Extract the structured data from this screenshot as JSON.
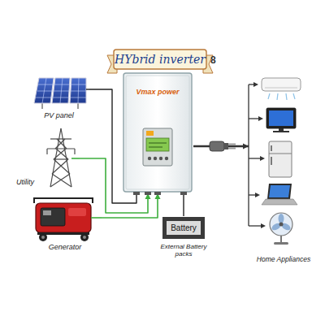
{
  "diagram": {
    "title": "HYbrid inverter",
    "nodes": [
      {
        "text": [
          "PV panel"
        ]
      },
      {
        "text": [
          "Utility"
        ]
      },
      {
        "text": [
          "Generator"
        ]
      },
      {
        "text": [
          "Vmax power"
        ]
      },
      {
        "text": [
          "Battery",
          "External Battery packs"
        ]
      },
      {
        "text": [
          "Home Appliances"
        ]
      }
    ],
    "edges": [
      {
        "from": 0,
        "to": 3,
        "arrow": "none"
      },
      {
        "from": 1,
        "to": 3,
        "arrow": "to"
      },
      {
        "from": 2,
        "to": 3,
        "arrow": "to"
      },
      {
        "from": 3,
        "to": 4,
        "arrow": "none"
      },
      {
        "from": 3,
        "to": 5,
        "arrow": "to"
      }
    ],
    "labels": [
      "8"
    ]
  }
}
